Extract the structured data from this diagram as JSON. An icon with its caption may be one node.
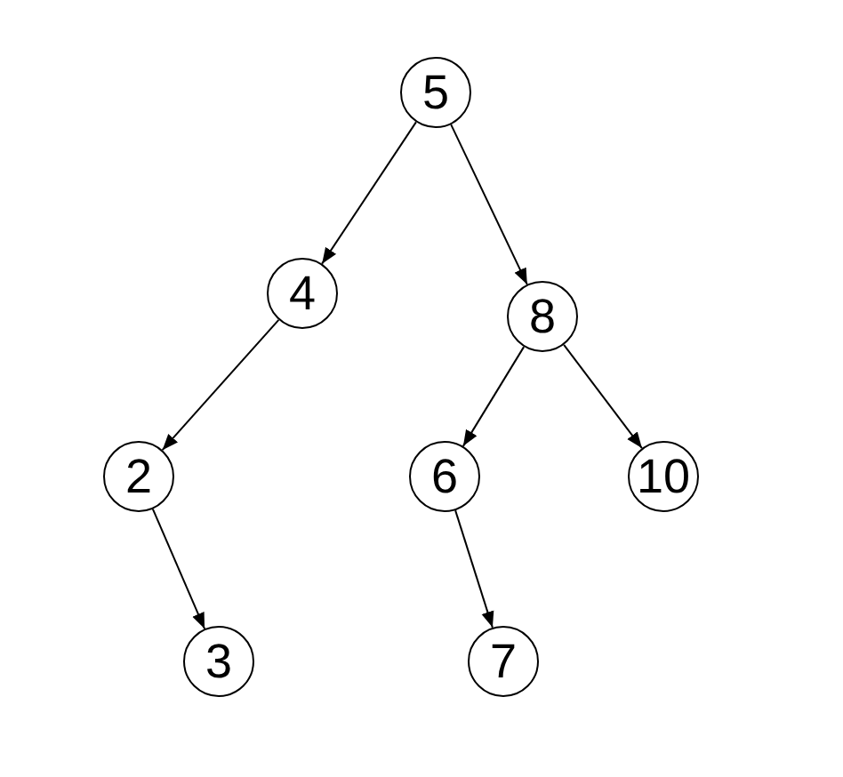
{
  "diagram": {
    "nodes": [
      {
        "text": [
          "5"
        ]
      },
      {
        "text": [
          "4"
        ]
      },
      {
        "text": [
          "8"
        ]
      },
      {
        "text": [
          "2"
        ]
      },
      {
        "text": [
          "6"
        ]
      },
      {
        "text": [
          "10"
        ]
      },
      {
        "text": [
          "3"
        ]
      },
      {
        "text": [
          "7"
        ]
      }
    ],
    "edges": [
      {
        "from": 0,
        "to": 1,
        "arrow": "to"
      },
      {
        "from": 0,
        "to": 2,
        "arrow": "to"
      },
      {
        "from": 1,
        "to": 3,
        "arrow": "to"
      },
      {
        "from": 2,
        "to": 4,
        "arrow": "to"
      },
      {
        "from": 2,
        "to": 5,
        "arrow": "to"
      },
      {
        "from": 3,
        "to": 6,
        "arrow": "to"
      },
      {
        "from": 4,
        "to": 7,
        "arrow": "to"
      }
    ]
  }
}
